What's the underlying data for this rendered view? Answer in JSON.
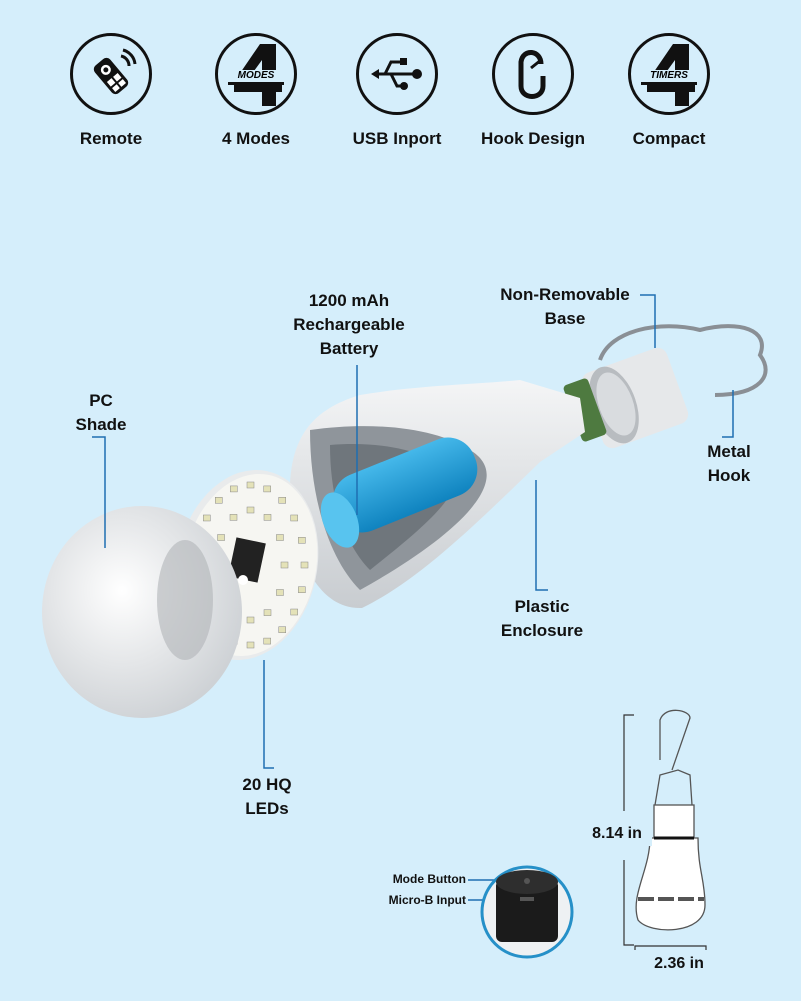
{
  "features": [
    {
      "label": "Remote",
      "icon": "remote-icon"
    },
    {
      "label": "4 Modes",
      "icon": "four-modes-icon",
      "icon_text": "MODES"
    },
    {
      "label": "USB Inport",
      "icon": "usb-icon"
    },
    {
      "label": "Hook Design",
      "icon": "carabiner-icon"
    },
    {
      "label": "Compact",
      "icon": "four-timers-icon",
      "icon_text": "TIMERS"
    }
  ],
  "callouts": {
    "battery": [
      "1200 mAh",
      "Rechargeable",
      "Battery"
    ],
    "base": [
      "Non-Removable",
      "Base"
    ],
    "shade": [
      "PC",
      "Shade"
    ],
    "hook": [
      "Metal",
      "Hook"
    ],
    "enclosure": [
      "Plastic",
      "Enclosure"
    ],
    "leds": [
      "20 HQ",
      "LEDs"
    ]
  },
  "detail": {
    "mode_button": "Mode Button",
    "micro_b": "Micro-B Input"
  },
  "dimensions": {
    "height": "8.14 in",
    "width": "2.36 in"
  },
  "colors": {
    "background": "#d5eefb",
    "callout_line": "#1f6fb2",
    "battery": "#1a9ad6"
  }
}
